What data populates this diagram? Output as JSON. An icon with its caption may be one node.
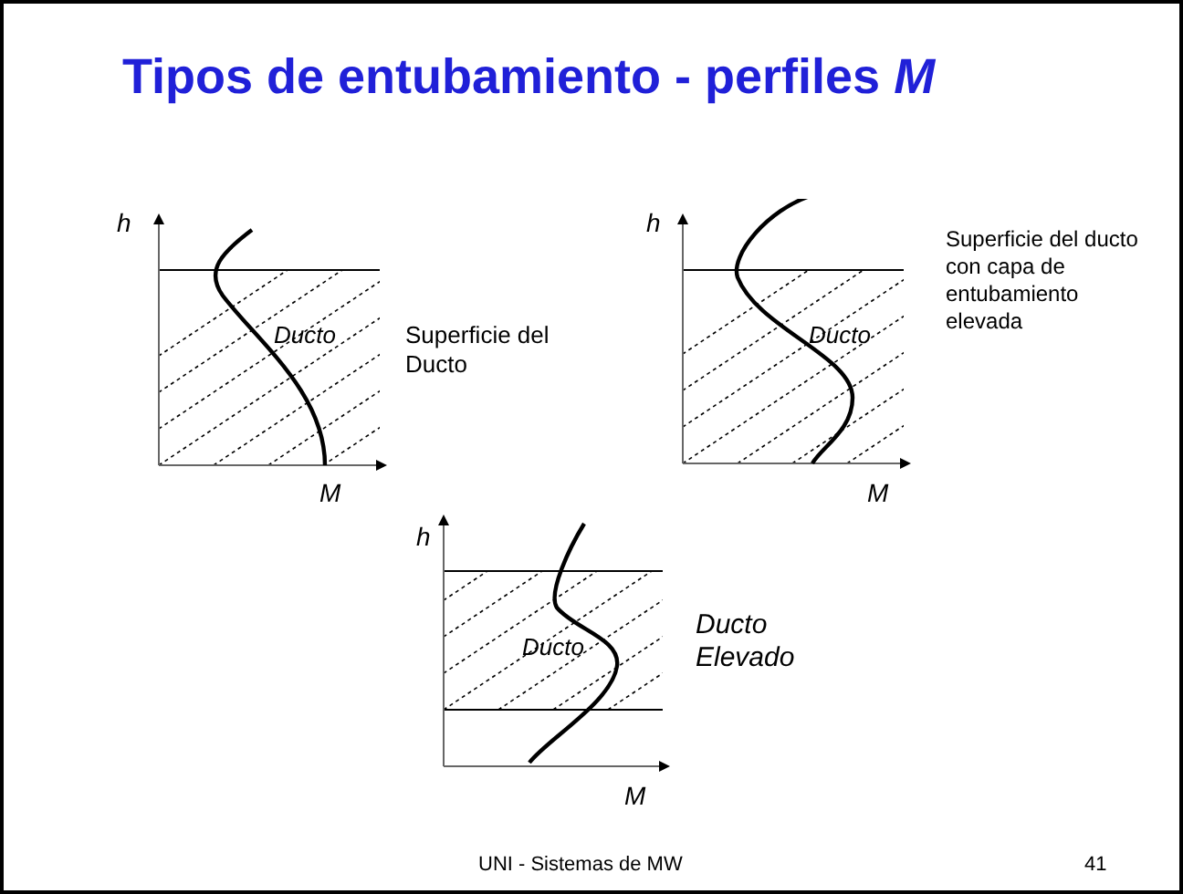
{
  "diagram": {
    "title": "Tipos de entubamiento - perfiles *M*",
    "labels": [
      "h",
      "Ducto",
      "Superficie del Ducto",
      "M",
      "h",
      "Ducto",
      "Superficie del ducto con capa de entubamiento elevada",
      "M",
      "h",
      "Ducto",
      "Ducto Elevado",
      "M",
      "UNI - Sistemas de MW",
      "41"
    ]
  }
}
